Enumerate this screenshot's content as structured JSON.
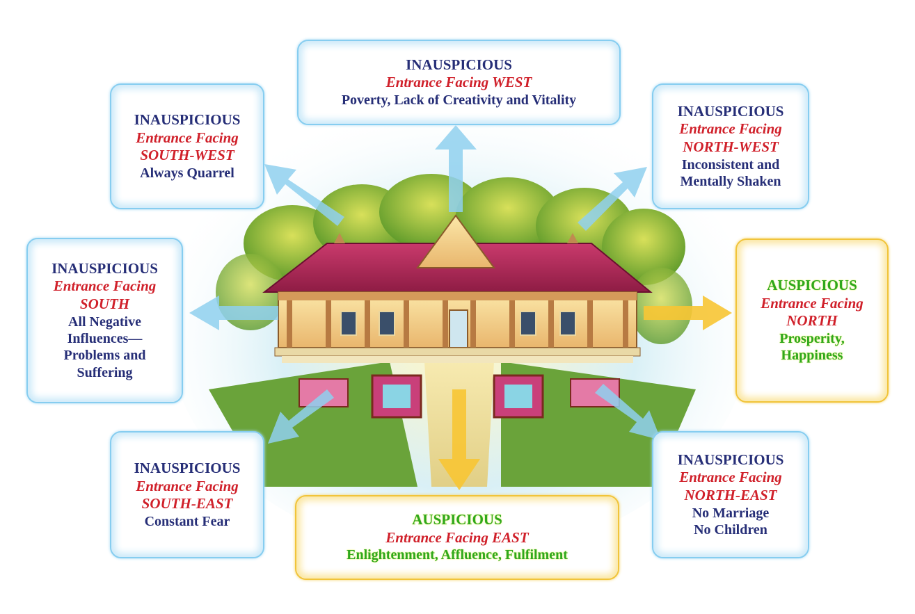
{
  "colors": {
    "inauspicious_text": "#262e77",
    "entrance_text": "#d0202a",
    "auspicious_text": "#2ea81d",
    "inauspicious_border": "#86cdf0",
    "auspicious_border": "#f1c43a",
    "arrow_blue": "#8fd0ef",
    "arrow_yellow": "#f7c534",
    "roof": "#b32557"
  },
  "cards": {
    "west": {
      "status": "INAUSPICIOUS",
      "entrance": "Entrance Facing WEST",
      "effect": "Poverty, Lack of Creativity and Vitality"
    },
    "southwest": {
      "status": "INAUSPICIOUS",
      "entrance_1": "Entrance Facing",
      "entrance_2": "SOUTH-WEST",
      "effect": "Always Quarrel"
    },
    "northwest": {
      "status": "INAUSPICIOUS",
      "entrance_1": "Entrance Facing",
      "entrance_2": "NORTH-WEST",
      "effect_1": "Inconsistent and",
      "effect_2": "Mentally Shaken"
    },
    "south": {
      "status": "INAUSPICIOUS",
      "entrance_1": "Entrance Facing",
      "entrance_2": "SOUTH",
      "effect_1": "All Negative",
      "effect_2": "Influences—",
      "effect_3": "Problems and",
      "effect_4": "Suffering"
    },
    "north": {
      "status": "AUSPICIOUS",
      "entrance_1": "Entrance Facing",
      "entrance_2": "NORTH",
      "effect_1": "Prosperity,",
      "effect_2": "Happiness"
    },
    "southeast": {
      "status": "INAUSPICIOUS",
      "entrance_1": "Entrance Facing",
      "entrance_2": "SOUTH-EAST",
      "effect": "Constant Fear"
    },
    "east": {
      "status": "AUSPICIOUS",
      "entrance": "Entrance Facing EAST",
      "effect": "Enlightenment, Affluence, Fulfilment"
    },
    "northeast": {
      "status": "INAUSPICIOUS",
      "entrance_1": "Entrance Facing",
      "entrance_2": "NORTH-EAST",
      "effect_1": "No Marriage",
      "effect_2": "No Children"
    }
  }
}
